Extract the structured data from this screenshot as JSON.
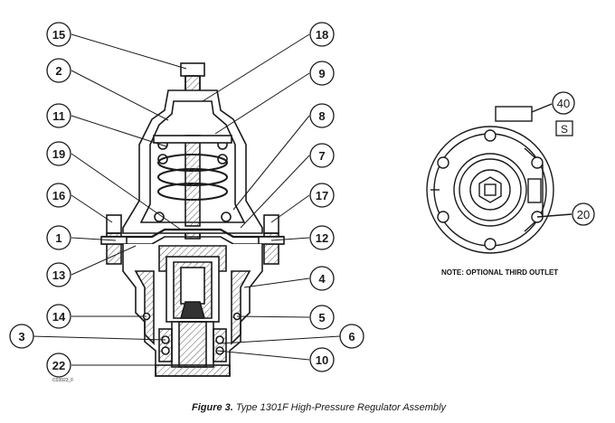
{
  "callouts": {
    "c15": "15",
    "c18": "18",
    "c2": "2",
    "c9": "9",
    "c11": "11",
    "c8": "8",
    "c19": "19",
    "c7": "7",
    "c16": "16",
    "c17": "17",
    "c1": "1",
    "c12": "12",
    "c13": "13",
    "c4": "4",
    "c14": "14",
    "c5": "5",
    "c3": "3",
    "c6": "6",
    "c22": "22",
    "c10": "10",
    "c40": "40",
    "c20": "20"
  },
  "s_tag": "S",
  "note_text": "NOTE: OPTIONAL THIRD OUTLET",
  "drawing_code": "C03923_F",
  "caption": {
    "prefix": "Figure 3.",
    "text": " Type 1301F High-Pressure Regulator Assembly"
  },
  "colors": {
    "line": "#1a1a1a",
    "hatch": "#555555",
    "caption": "#1a1a1a"
  }
}
